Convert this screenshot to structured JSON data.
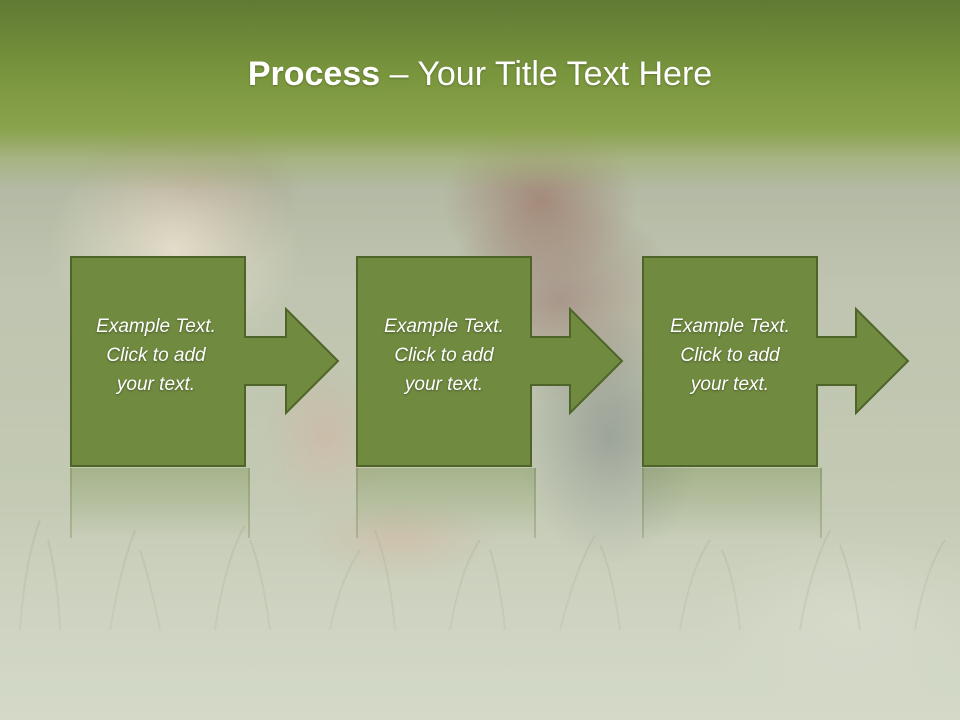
{
  "slide": {
    "title_bold": "Process",
    "title_rest": " – Your Title Text Here"
  },
  "process": {
    "steps": [
      {
        "text": "Example Text.\nClick  to add\nyour text."
      },
      {
        "text": "Example Text.\nClick  to add\nyour text."
      },
      {
        "text": "Example Text.\nClick  to add\nyour text."
      }
    ]
  },
  "colors": {
    "title_band": "#7a963d",
    "box_fill": "#708a40",
    "box_border": "#4e6428",
    "text": "#ffffff"
  }
}
